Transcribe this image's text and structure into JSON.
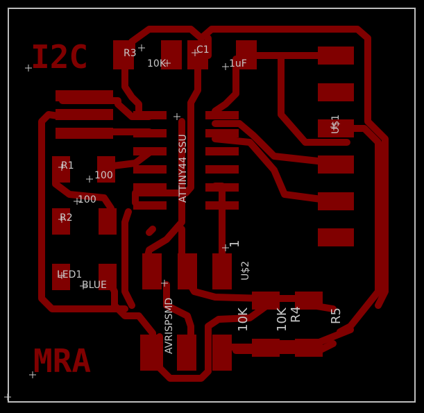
{
  "colors": {
    "board": "#000000",
    "copper": "#800000",
    "silkscreen": "#c8c8c8",
    "outline": "#c0c0c0"
  },
  "titles": {
    "top": "I2C",
    "bottom": "MRA"
  },
  "labels": {
    "r3": "R3",
    "r3_value": "10K",
    "c1": "C1",
    "c1_value": "1uF",
    "u1": "U$1",
    "chip": "ATTINY44 SSU",
    "r1": "R1",
    "r1_value": "100",
    "r2": "R2",
    "r2_value": "100",
    "led1": "LED1",
    "led1_color": "BLUE",
    "u2": "U$2",
    "u2_pin": "1",
    "avrisp": "AVRISPSMD",
    "r4_value": "10K",
    "r4_value2": "10K",
    "r4": "R4",
    "r5": "R5"
  }
}
